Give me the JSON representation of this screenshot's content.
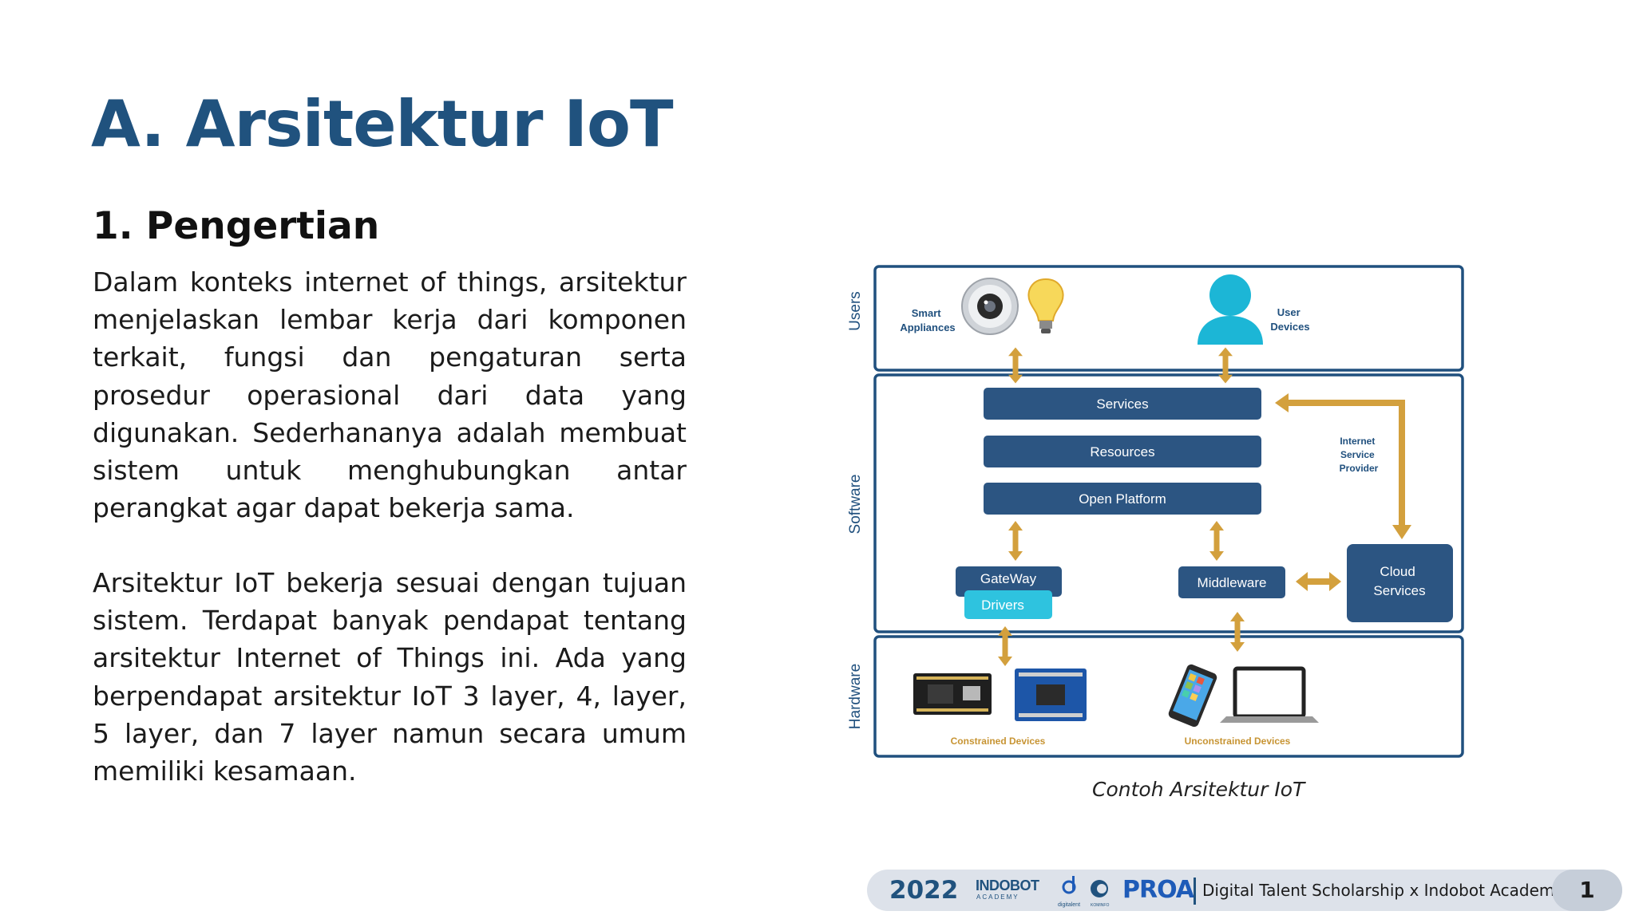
{
  "slide": {
    "title": "A. Arsitektur IoT",
    "subtitle": "1. Pengertian",
    "paragraph1": "Dalam konteks internet of things, arsitektur menjelaskan lembar kerja dari komponen terkait, fungsi dan pengaturan serta prosedur operasional dari data yang digunakan. Sederhananya adalah membuat sistem untuk menghubungkan antar perangkat agar dapat bekerja sama.",
    "paragraph2": "Arsitektur IoT bekerja sesuai dengan tujuan sistem. Terdapat banyak pendapat tentang arsitektur Internet of Things ini. Ada yang berpendapat arsitektur IoT 3 layer, 4, layer, 5 layer, dan 7 layer namun secara umum memiliki kesamaan."
  },
  "diagram": {
    "caption": "Contoh Arsitektur IoT",
    "layers": {
      "users": "Users",
      "software": "Software",
      "hardware": "Hardware"
    },
    "users": {
      "smart_appliances": [
        "Smart",
        "Appliances"
      ],
      "user_devices": [
        "User",
        "Devices"
      ]
    },
    "software": {
      "services": "Services",
      "resources": "Resources",
      "open_platform": "Open Platform",
      "gateway": "GateWay",
      "drivers": "Drivers",
      "middleware": "Middleware",
      "cloud_services": [
        "Cloud",
        "Services"
      ],
      "isp": [
        "Internet",
        "Service",
        "Provider"
      ]
    },
    "hardware": {
      "constrained": "Constrained Devices",
      "unconstrained": "Unconstrained Devices"
    },
    "colors": {
      "layer_border": "#20507e",
      "box_fill": "#2c5582",
      "drivers_fill": "#2ec3df",
      "arrow": "#d3a03d",
      "label_text": "#20507e",
      "device_label": "#c79433",
      "user_icon": "#1cb6d6"
    }
  },
  "footer": {
    "year": "2022",
    "indobot_name": "INDOBOT",
    "indobot_sub": "ACADEMY",
    "digitalent": "digitalent",
    "kominfo": "KOMINFO",
    "proa": "PROA",
    "text": "Digital Talent Scholarship x Indobot Academy",
    "page": "1"
  }
}
